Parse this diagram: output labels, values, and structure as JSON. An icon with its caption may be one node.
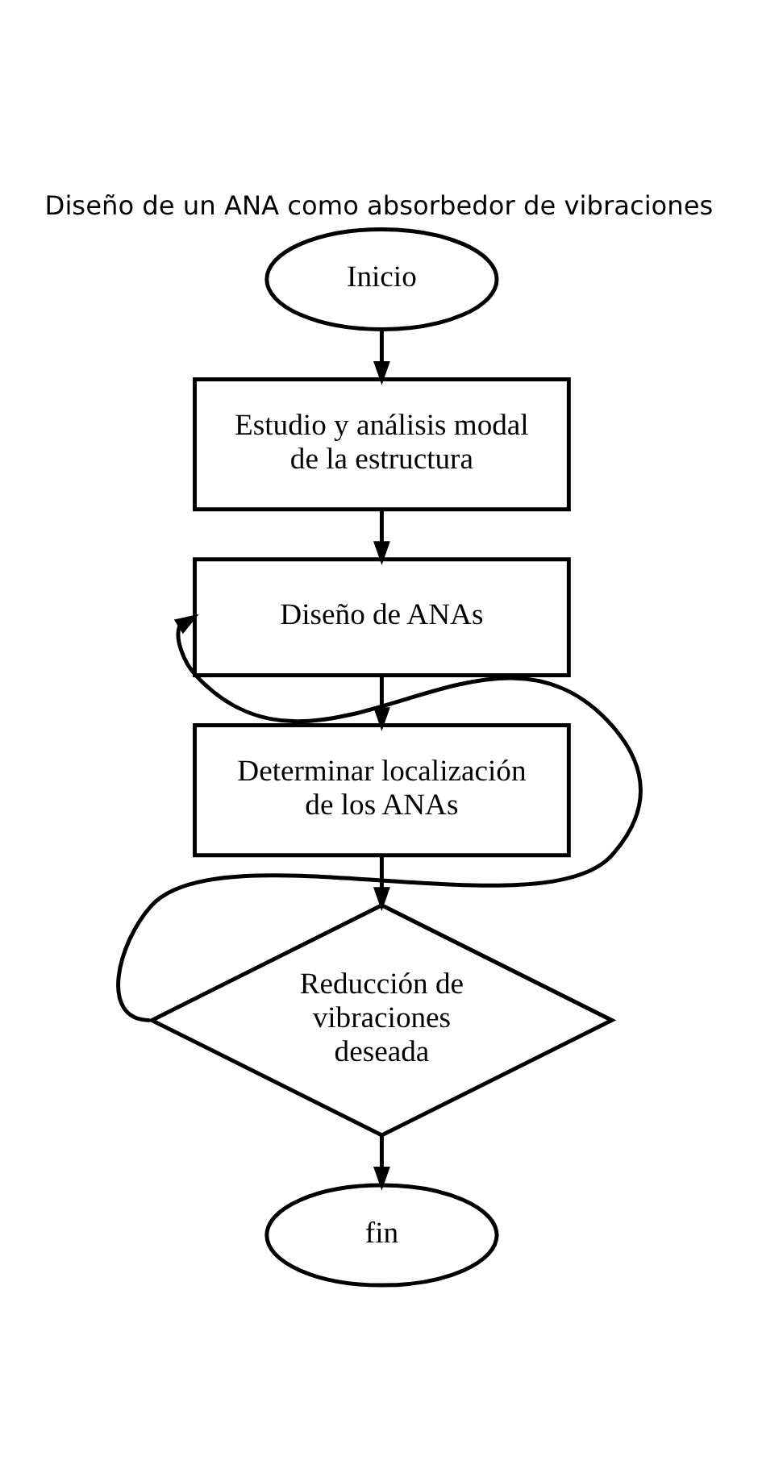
{
  "diagram": {
    "title": "Diseño de un ANA como absorbedor de vibraciones",
    "nodes": [
      {
        "text": [
          "Inicio"
        ]
      },
      {
        "text": [
          "Estudio y análisis modal de la estructura"
        ]
      },
      {
        "text": [
          "Diseño de ANAs"
        ]
      },
      {
        "text": [
          "Determinar localización de los ANAs"
        ]
      },
      {
        "text": [
          "Reducción de vibraciones deseada"
        ]
      },
      {
        "text": [
          "fin"
        ]
      }
    ],
    "edges": [
      {
        "from": 0,
        "to": 1,
        "arrow": "to"
      },
      {
        "from": 1,
        "to": 2,
        "arrow": "to"
      },
      {
        "from": 2,
        "to": 3,
        "arrow": "to"
      },
      {
        "from": 3,
        "to": 4,
        "arrow": "to"
      },
      {
        "from": 4,
        "to": 2,
        "arrow": "to"
      },
      {
        "from": 4,
        "to": 5,
        "arrow": "to"
      }
    ]
  }
}
